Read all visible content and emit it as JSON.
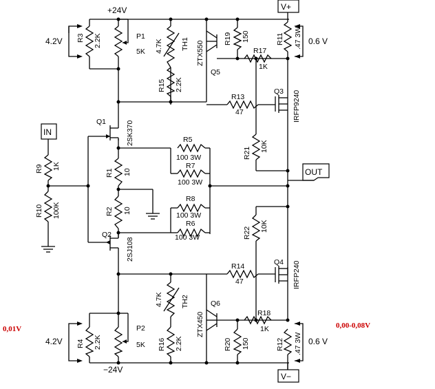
{
  "rails": {
    "pos": "+24V",
    "neg": "−24V",
    "vplus": "V+",
    "vminus": "V−"
  },
  "ports": {
    "in": "IN",
    "out": "OUT"
  },
  "bias_voltages": {
    "left_top": "4.2V",
    "left_bot": "4.2V",
    "right_top": "0.6 V",
    "right_bot": "0.6 V"
  },
  "measurements": {
    "left": "0,01V",
    "right": "0,00-0,08V"
  },
  "resistors": {
    "R1": {
      "ref": "R1",
      "value": "10"
    },
    "R2": {
      "ref": "R2",
      "value": "10"
    },
    "R3": {
      "ref": "R3",
      "value": "2.2K"
    },
    "R4": {
      "ref": "R4",
      "value": "2.2K"
    },
    "R5": {
      "ref": "R5",
      "value": "100 3W"
    },
    "R6": {
      "ref": "R6",
      "value": "100 3W"
    },
    "R7": {
      "ref": "R7",
      "value": "100 3W"
    },
    "R8": {
      "ref": "R8",
      "value": "100 3W"
    },
    "R9": {
      "ref": "R9",
      "value": "1K"
    },
    "R10": {
      "ref": "R10",
      "value": "100K"
    },
    "R11": {
      "ref": "R11",
      "value": ".47 3W"
    },
    "R12": {
      "ref": "R12",
      "value": ".47 3W"
    },
    "R13": {
      "ref": "R13",
      "value": "47"
    },
    "R14": {
      "ref": "R14",
      "value": "47"
    },
    "R15": {
      "ref": "R15",
      "value": "2.2K"
    },
    "R16": {
      "ref": "R16",
      "value": "2.2K"
    },
    "R17": {
      "ref": "R17",
      "value": "1K"
    },
    "R18": {
      "ref": "R18",
      "value": "1K"
    },
    "R19": {
      "ref": "R19",
      "value": "150"
    },
    "R20": {
      "ref": "R20",
      "value": "150"
    },
    "R21": {
      "ref": "R21",
      "value": "10K"
    },
    "R22": {
      "ref": "R22",
      "value": "10K"
    }
  },
  "pots": {
    "P1": {
      "ref": "P1",
      "value": "5K"
    },
    "P2": {
      "ref": "P2",
      "value": "5K"
    }
  },
  "thermistors": {
    "TH1": {
      "ref": "TH1",
      "value": "4.7K"
    },
    "TH2": {
      "ref": "TH2",
      "value": "4.7K"
    }
  },
  "transistors": {
    "Q1": {
      "ref": "Q1",
      "part": "2SK370"
    },
    "Q2": {
      "ref": "Q2",
      "part": "2SJ108"
    },
    "Q3": {
      "ref": "Q3",
      "part": "IRFP9240"
    },
    "Q4": {
      "ref": "Q4",
      "part": "IRFP240"
    },
    "Q5": {
      "ref": "Q5",
      "part": "ZTX550"
    },
    "Q6": {
      "ref": "Q6",
      "part": "ZTX450"
    }
  }
}
